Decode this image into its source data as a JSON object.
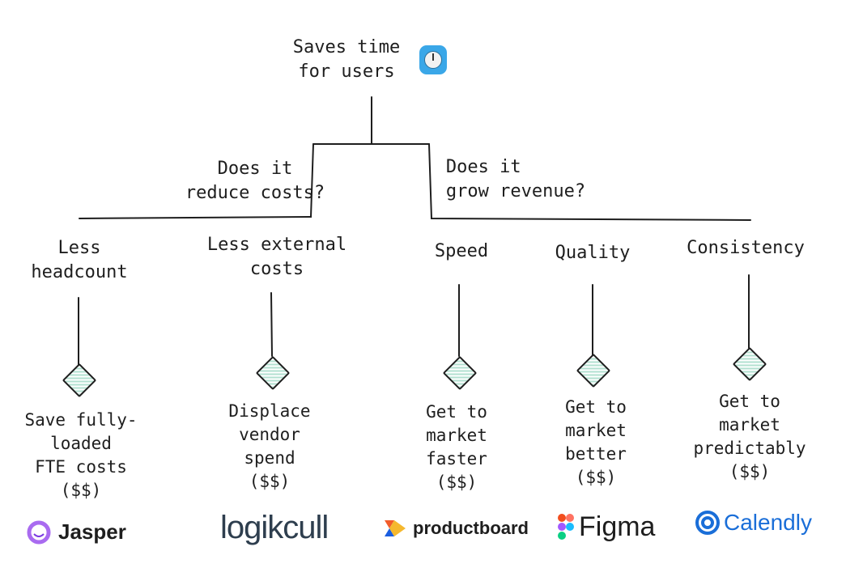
{
  "root": {
    "line1": "Saves time",
    "line2": "for users",
    "icon": "timer-clock-icon"
  },
  "branches": {
    "left": {
      "line1": "Does it",
      "line2": "reduce costs?"
    },
    "right": {
      "line1": "Does it",
      "line2": "grow revenue?"
    }
  },
  "categories": [
    {
      "lines": [
        "Less",
        "headcount"
      ],
      "outcome": [
        "Save fully-",
        "loaded",
        "FTE costs",
        "($$)"
      ],
      "logo": "Jasper"
    },
    {
      "lines": [
        "Less external",
        "costs"
      ],
      "outcome": [
        "Displace",
        "vendor",
        "spend",
        "($$)"
      ],
      "logo": "logikcull"
    },
    {
      "lines": [
        "Speed"
      ],
      "outcome": [
        "Get to",
        "market",
        "faster",
        "($$)"
      ],
      "logo": "productboard"
    },
    {
      "lines": [
        "Quality"
      ],
      "outcome": [
        "Get to",
        "market",
        "better",
        "($$)"
      ],
      "logo": "Figma"
    },
    {
      "lines": [
        "Consistency"
      ],
      "outcome": [
        "Get to",
        "market",
        "predictably",
        "($$)"
      ],
      "logo": "Calendly"
    }
  ],
  "colors": {
    "stroke": "#1e1e1e",
    "hatch": "#b2e0d0",
    "jasper": "#a96bf0",
    "calendly": "#1a6ed8",
    "logikcull": "#2e3e4e"
  }
}
